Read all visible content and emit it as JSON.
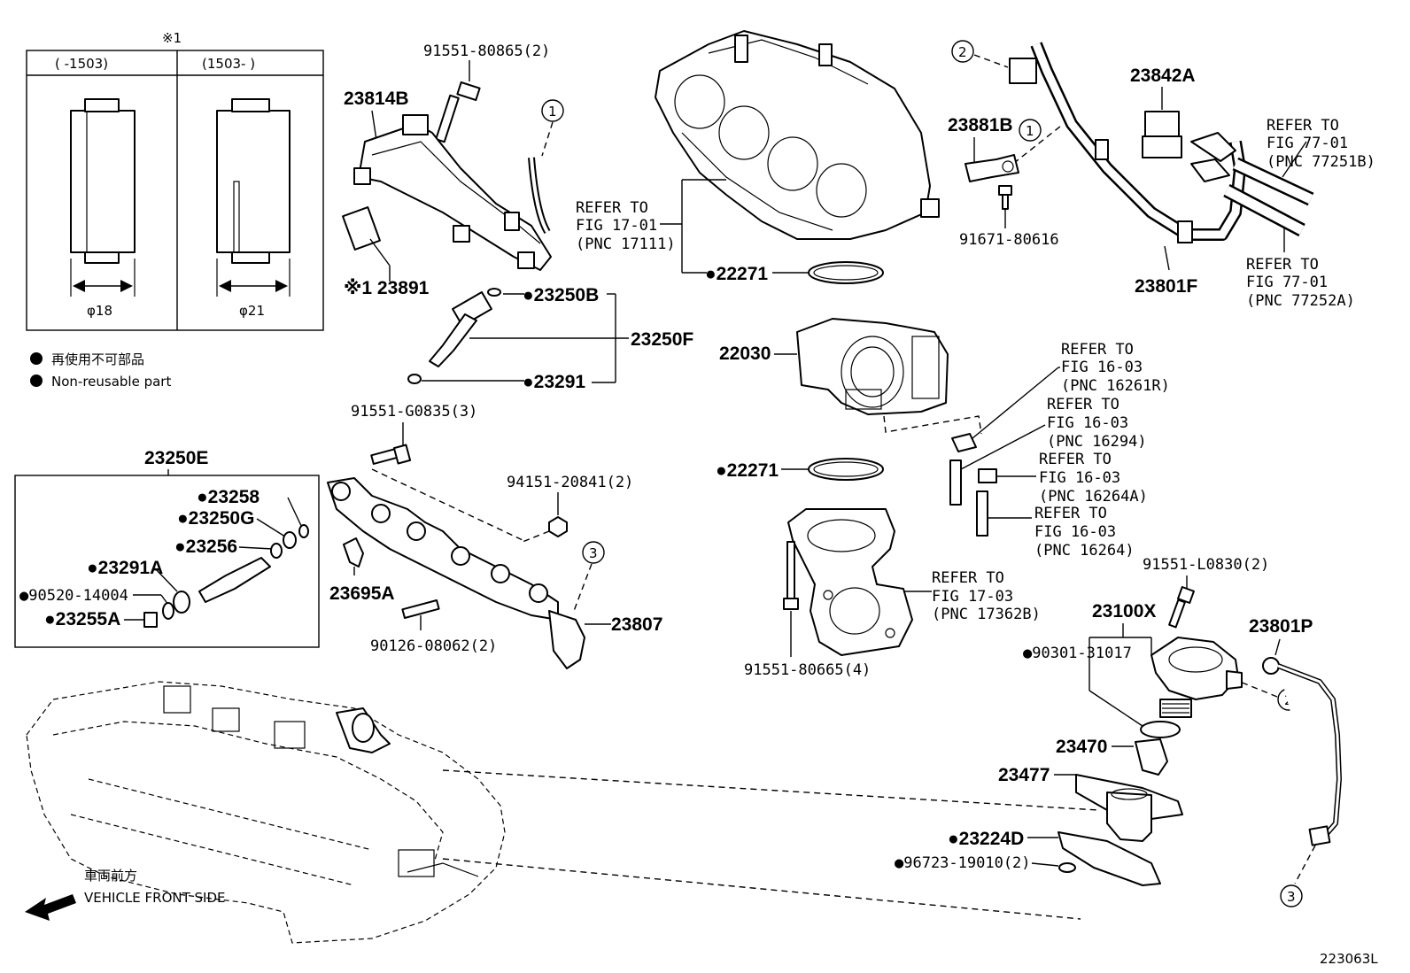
{
  "inset": {
    "title": "※1",
    "col_left": "(      -1503)",
    "col_right": "(1503-      )",
    "dim_left": "φ18",
    "dim_right": "φ21"
  },
  "legend": {
    "jp": "再使用不可部品",
    "en": "Non-reusable part"
  },
  "labels": {
    "p91551_80865_2": "91551-80865(2)",
    "p23814B": "23814B",
    "p23891": "※1 23891",
    "p23250B": "●23250B",
    "p23250F": "23250F",
    "p23291": "●23291",
    "p91551_G0835_3": "91551-G0835(3)",
    "p23250E": "23250E",
    "p23258": "●23258",
    "p23250G": "●23250G",
    "p23256": "●23256",
    "p23291A": "●23291A",
    "p90520_14004": "●90520-14004",
    "p23255A": "●23255A",
    "p94151_20841_2": "94151-20841(2)",
    "p23695A": "23695A",
    "p90126_08062_2": "90126-08062(2)",
    "p23807": "23807",
    "ref_17_01_a": "REFER TO",
    "ref_17_01_b": "FIG 17-01",
    "ref_17_01_c": "(PNC 17111)",
    "p22271_top": "●22271",
    "p22030": "22030",
    "p22271_mid": "●22271",
    "ref_17_03_a": "REFER TO",
    "ref_17_03_b": "FIG 17-03",
    "ref_17_03_c": "(PNC 17362B)",
    "p91551_80665_4": "91551-80665(4)",
    "p23881B": "23881B",
    "p91671_80616": "91671-80616",
    "p23842A": "23842A",
    "p23801F": "23801F",
    "ref_77_01_a1": "REFER TO",
    "ref_77_01_b1": "FIG 77-01",
    "ref_77_01_c1": "(PNC 77251B)",
    "ref_77_01_a2": "REFER TO",
    "ref_77_01_b2": "FIG 77-01",
    "ref_77_01_c2": "(PNC 77252A)",
    "ref_16_03_a1": "REFER TO",
    "ref_16_03_b1": "FIG 16-03",
    "ref_16_03_c1": "(PNC 16261R)",
    "ref_16_03_a2": "REFER TO",
    "ref_16_03_b2": "FIG 16-03",
    "ref_16_03_c2": "(PNC 16294)",
    "ref_16_03_a3": "REFER TO",
    "ref_16_03_b3": "FIG 16-03",
    "ref_16_03_c3": "(PNC 16264A)",
    "ref_16_03_a4": "REFER TO",
    "ref_16_03_b4": "FIG 16-03",
    "ref_16_03_c4": "(PNC 16264)",
    "p91551_L0830_2": "91551-L0830(2)",
    "p23100X": "23100X",
    "p90301_31017": "●90301-31017",
    "p23801P": "23801P",
    "p23470": "23470",
    "p23477": "23477",
    "p23224D": "●23224D",
    "p96723_19010_2": "●96723-19010(2)",
    "front_jp": "車両前方",
    "front_en": "VEHICLE FRONT SIDE",
    "figure_id": "223063L"
  },
  "callouts": {
    "c1": "1",
    "c2": "2",
    "c3": "3"
  }
}
